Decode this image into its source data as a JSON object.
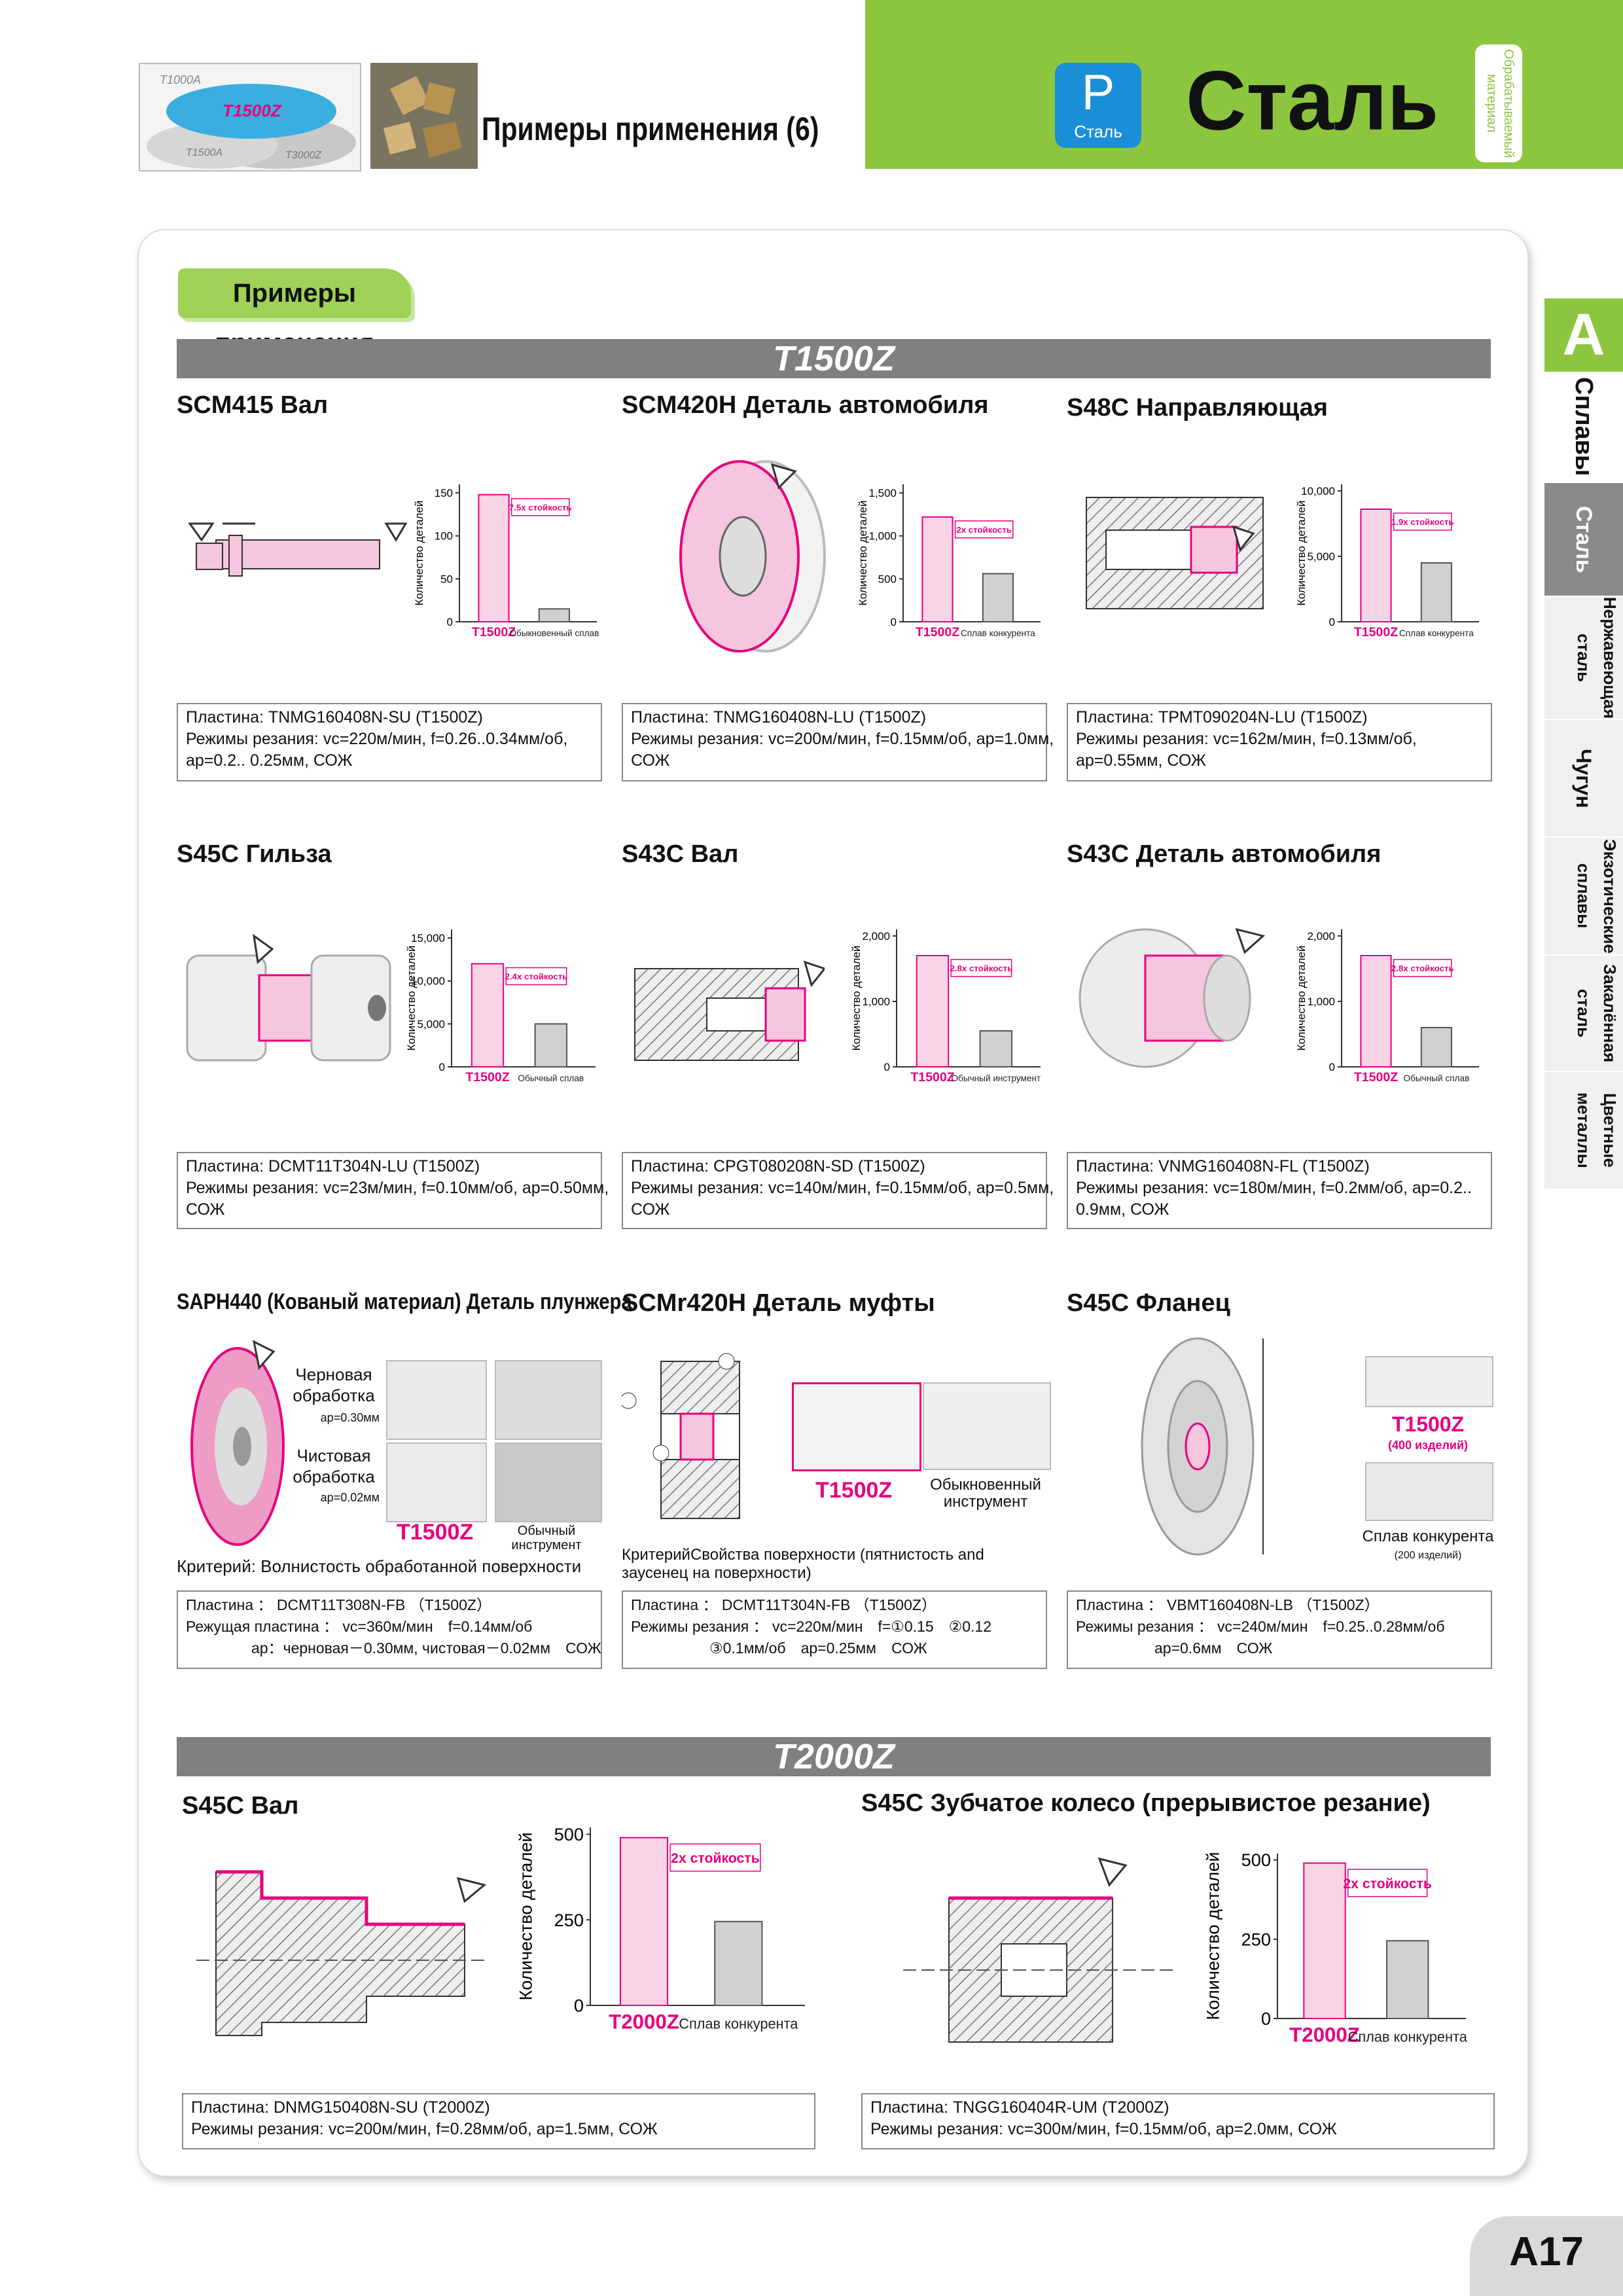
{
  "header": {
    "subtitle": "Примеры применения (6)",
    "badge_letter": "P",
    "badge_caption": "Сталь",
    "title": "Сталь",
    "side_label": "Обрабатываемый материал",
    "thumb_labels": [
      "T1000A",
      "T1500Z",
      "T1500A",
      "T3000Z"
    ],
    "accent_green": "#8cc63f",
    "accent_blue": "#1a8fd8"
  },
  "section_tab": "Примеры применения",
  "t1500z_bar": "T1500Z",
  "t2000z_bar": "T2000Z",
  "examples": [
    {
      "title": "SCM415 Вал",
      "info": [
        "Пластина: TNMG160408N-SU (T1500Z)",
        "Режимы резания: vc=220м/мин, f=0.26..0.34мм/об,",
        "ap=0.2.. 0.25мм, СОЖ"
      ]
    },
    {
      "title": "SCM420H Деталь автомобиля",
      "info": [
        "Пластина: TNMG160408N-LU (T1500Z)",
        "Режимы резания: vc=200м/мин, f=0.15мм/об, ap=1.0мм,",
        "СОЖ"
      ]
    },
    {
      "title": "S48C Направляющая",
      "info": [
        "Пластина: TPMT090204N-LU (T1500Z)",
        "Режимы резания: vc=162м/мин, f=0.13мм/об,",
        "ap=0.55мм, СОЖ"
      ]
    },
    {
      "title": "S45C Гильза",
      "info": [
        "Пластина: DCMT11T304N-LU (T1500Z)",
        "Режимы резания: vc=23м/мин, f=0.10мм/об, ap=0.50мм,",
        "СОЖ"
      ]
    },
    {
      "title": "S43C Вал",
      "info": [
        "Пластина: CPGT080208N-SD (T1500Z)",
        "Режимы резания: vc=140м/мин, f=0.15мм/об, ap=0.5мм,",
        "СОЖ"
      ]
    },
    {
      "title": "S43C Деталь автомобиля",
      "info": [
        "Пластина: VNMG160408N-FL (T1500Z)",
        "Режимы резания: vc=180м/мин, f=0.2мм/об, ap=0.2..",
        "0.9мм, СОЖ"
      ]
    },
    {
      "title": "SAPH440 (Кованый материал) Деталь плунжера",
      "info": [
        "Пластина ： DCMT11T308N-FB （T1500Z）",
        "Режущая пластина ： vc=360м/мин　f=0.14мм/об",
        "ap：черновая－0.30мм, чистовая－0.02мм　СОЖ"
      ]
    },
    {
      "title": "SCMr420H Деталь муфты",
      "info": [
        "Пластина ： DCMT11T304N-FB （T1500Z）",
        "Режимы резания ： vc=220м/мин　f=①0.15　②0.12",
        "③0.1мм/об　ap=0.25мм　СОЖ"
      ]
    },
    {
      "title": "S45C Фланец",
      "info": [
        "Пластина ： VBMT160408N-LB （T1500Z）",
        "Режимы резания ： vc=240м/мин　f=0.25..0.28мм/об",
        "ap=0.6мм　СОЖ"
      ]
    },
    {
      "title": "S45C Вал",
      "info": [
        "Пластина: DNMG150408N-SU (T2000Z)",
        "Режимы резания: vc=200м/мин, f=0.28мм/об, ap=1.5мм, СОЖ"
      ]
    },
    {
      "title": "S45C Зубчатое колесо (прерывистое резание)",
      "info": [
        "Пластина: TNGG160404R-UM (T2000Z)",
        "Режимы резания: vc=300м/мин, f=0.15мм/об, ap=2.0мм, СОЖ"
      ]
    }
  ],
  "extra": {
    "rough": "Черновая обработка",
    "rough_ap": "ap=0.30мм",
    "finish": "Чистовая обработка",
    "finish_ap": "ap=0.02мм",
    "t1500z": "T1500Z",
    "usual_tool": "Обычный инструмент",
    "criterion7": "Критерий: Волнистость обработанной поверхности",
    "conv_tool": "Обыкновенный инструмент",
    "criterion8": "КритерийСвойства поверхности (пятнистость and заусенец на поверхности)",
    "t1500z_qty": "(400 изделий)",
    "competitor_alloy": "Сплав конкурента",
    "comp_qty": "(200 изделий)"
  },
  "chart_data": [
    {
      "type": "bar",
      "ylabel": "Количество деталей",
      "categories": [
        "T1500Z",
        "Обыкновенный сплав"
      ],
      "values": [
        148,
        15
      ],
      "ylim": [
        0,
        160
      ],
      "ticks": [
        0,
        50,
        100,
        150
      ],
      "annotation": "7.5х стойкость"
    },
    {
      "type": "bar",
      "ylabel": "Количество деталей",
      "categories": [
        "T1500Z",
        "Сплав конкурента"
      ],
      "values": [
        1220,
        560
      ],
      "ylim": [
        0,
        1600
      ],
      "ticks": [
        0,
        500,
        1000,
        1500
      ],
      "tick_labels": [
        "0",
        "500",
        "1,000",
        "1,500"
      ],
      "annotation": "2х стойкость"
    },
    {
      "type": "bar",
      "ylabel": "Количество деталей",
      "categories": [
        "T1500Z",
        "Сплав конкурента"
      ],
      "values": [
        8600,
        4500
      ],
      "ylim": [
        0,
        10500
      ],
      "ticks": [
        0,
        5000,
        10000
      ],
      "tick_labels": [
        "0",
        "5,000",
        "10,000"
      ],
      "annotation": "1.9х стойкость"
    },
    {
      "type": "bar",
      "ylabel": "Количество деталей",
      "categories": [
        "T1500Z",
        "Обычный сплав"
      ],
      "values": [
        12000,
        5000
      ],
      "ylim": [
        0,
        16000
      ],
      "ticks": [
        0,
        5000,
        10000,
        15000
      ],
      "tick_labels": [
        "0",
        "5,000",
        "10,000",
        "15,000"
      ],
      "annotation": "2.4х стойкость"
    },
    {
      "type": "bar",
      "ylabel": "Количество деталей",
      "categories": [
        "T1500Z",
        "Обычный инструмент"
      ],
      "values": [
        1700,
        550
      ],
      "ylim": [
        0,
        2100
      ],
      "ticks": [
        0,
        1000,
        2000
      ],
      "tick_labels": [
        "0",
        "1,000",
        "2,000"
      ],
      "annotation": "2.8х стойкость"
    },
    {
      "type": "bar",
      "ylabel": "Количество деталей",
      "categories": [
        "T1500Z",
        "Обычный сплав"
      ],
      "values": [
        1700,
        600
      ],
      "ylim": [
        0,
        2100
      ],
      "ticks": [
        0,
        1000,
        2000
      ],
      "tick_labels": [
        "0",
        "1,000",
        "2,000"
      ],
      "annotation": "2.8х стойкость"
    },
    {
      "type": "bar",
      "ylabel": "Количество деталей",
      "categories": [
        "T2000Z",
        "Сплав конкурента"
      ],
      "values": [
        490,
        245
      ],
      "ylim": [
        0,
        520
      ],
      "ticks": [
        0,
        250,
        500
      ],
      "annotation": "2х стойкость"
    },
    {
      "type": "bar",
      "ylabel": "Количество деталей",
      "categories": [
        "T2000Z",
        "Сплав конкурента"
      ],
      "values": [
        490,
        245
      ],
      "ylim": [
        0,
        520
      ],
      "ticks": [
        0,
        250,
        500
      ],
      "annotation": "2х стойкость"
    }
  ],
  "right_tabs": {
    "letter": "A",
    "items": [
      "Сплавы",
      "Сталь",
      "Нержавеющая сталь",
      "Чугун",
      "Экзотические сплавы",
      "Закалённая сталь",
      "Цветные металлы"
    ]
  },
  "page_number": "A17"
}
